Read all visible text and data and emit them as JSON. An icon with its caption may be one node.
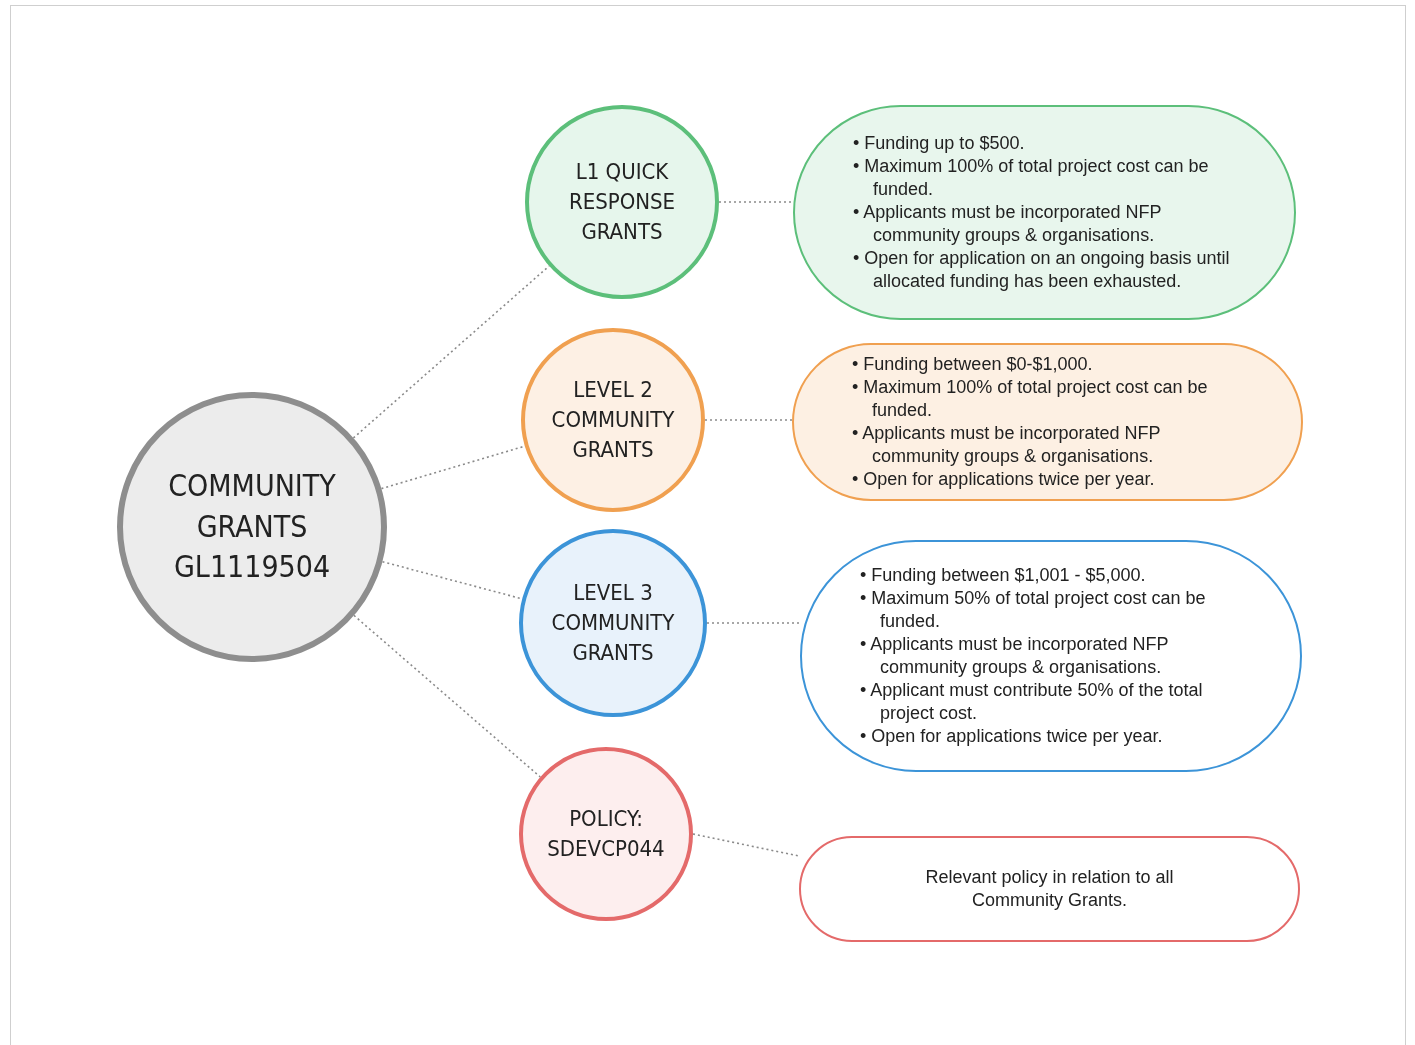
{
  "diagram": {
    "nodes": [
      {
        "text": [
          "COMMUNITY GRANTS GL1119504"
        ]
      },
      {
        "text": [
          "L1 QUICK RESPONSE GRANTS"
        ]
      },
      {
        "text": [
          "LEVEL 2 COMMUNITY GRANTS"
        ]
      },
      {
        "text": [
          "LEVEL 3 COMMUNITY GRANTS"
        ]
      },
      {
        "text": [
          "POLICY: SDEVCP044"
        ]
      },
      {
        "text": [
          "• Funding up to $500.",
          "• Maximum 100% of total project cost can be funded.",
          "• Applicants must be incorporated NFP community groups & organisations.",
          "• Open for application on an ongoing basis until allocated funding has been exhausted."
        ]
      },
      {
        "text": [
          "• Funding between $0-$1,000.",
          "• Maximum 100% of total project cost can be funded.",
          "• Applicants must be incorporated NFP community groups & organisations.",
          "• Open for applications twice per year."
        ]
      },
      {
        "text": [
          "• Funding between $1,001 - $5,000.",
          "• Maximum 50% of total project cost can be funded.",
          "• Applicants must be incorporated NFP community groups & organisations.",
          "• Applicant must contribute 50% of the total project cost.",
          "• Open for applications twice per year."
        ]
      },
      {
        "text": [
          "Relevant policy in relation to all Community Grants."
        ]
      }
    ],
    "edges": [
      {
        "from": 0,
        "to": 1,
        "arrow": "none",
        "style": "dashed"
      },
      {
        "from": 0,
        "to": 2,
        "arrow": "none",
        "style": "dashed"
      },
      {
        "from": 0,
        "to": 3,
        "arrow": "none",
        "style": "dashed"
      },
      {
        "from": 0,
        "to": 4,
        "arrow": "none",
        "style": "dashed"
      },
      {
        "from": 1,
        "to": 5,
        "arrow": "none",
        "style": "dashed"
      },
      {
        "from": 2,
        "to": 6,
        "arrow": "none",
        "style": "dashed"
      },
      {
        "from": 3,
        "to": 7,
        "arrow": "none",
        "style": "dashed"
      },
      {
        "from": 4,
        "to": 8,
        "arrow": "none",
        "style": "dashed"
      }
    ]
  }
}
